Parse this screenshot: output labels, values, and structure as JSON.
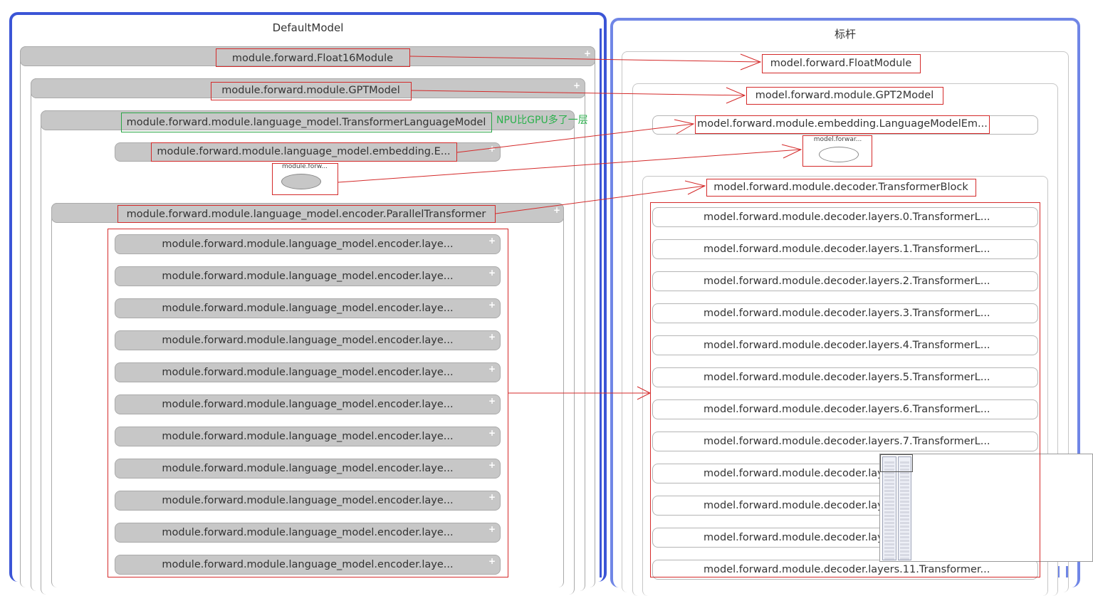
{
  "left_graph": {
    "title": "DefaultModel",
    "nodes": {
      "float16": "module.forward.Float16Module",
      "gptmodel": "module.forward.module.GPTModel",
      "transformer_lm": "module.forward.module.language_model.TransformerLanguageModel",
      "embedding": "module.forward.module.language_model.embedding.E...",
      "small_op": "module.forw...",
      "parallel_transformer": "module.forward.module.language_model.encoder.ParallelTransformer"
    },
    "layers": [
      "module.forward.module.language_model.encoder.laye...",
      "module.forward.module.language_model.encoder.laye...",
      "module.forward.module.language_model.encoder.laye...",
      "module.forward.module.language_model.encoder.laye...",
      "module.forward.module.language_model.encoder.laye...",
      "module.forward.module.language_model.encoder.laye...",
      "module.forward.module.language_model.encoder.laye...",
      "module.forward.module.language_model.encoder.laye...",
      "module.forward.module.language_model.encoder.laye...",
      "module.forward.module.language_model.encoder.laye...",
      "module.forward.module.language_model.encoder.laye..."
    ],
    "expand_symbol": "+"
  },
  "annotation": {
    "note": "NPU比GPU多了一层"
  },
  "right_graph": {
    "title": "标杆",
    "nodes": {
      "floatmodule": "model.forward.FloatModule",
      "gpt2model": "model.forward.module.GPT2Model",
      "embedding": "model.forward.module.embedding.LanguageModelEm...",
      "small_op": "model.forwar...",
      "transformer_block": "model.forward.module.decoder.TransformerBlock"
    },
    "layers": [
      "model.forward.module.decoder.layers.0.TransformerL...",
      "model.forward.module.decoder.layers.1.TransformerL...",
      "model.forward.module.decoder.layers.2.TransformerL...",
      "model.forward.module.decoder.layers.3.TransformerL...",
      "model.forward.module.decoder.layers.4.TransformerL...",
      "model.forward.module.decoder.layers.5.TransformerL...",
      "model.forward.module.decoder.layers.6.TransformerL...",
      "model.forward.module.decoder.layers.7.TransformerL...",
      "model.forward.module.decoder.lay",
      "model.forward.module.decoder.lay",
      "model.forward.module.decoder.lay",
      "model.forward.module.decoder.layers.11.Transformer..."
    ]
  },
  "colors": {
    "left_pane_border": "#3b55d6",
    "right_pane_border": "#7086e6",
    "annotation_red": "#d42a2a",
    "annotation_green": "#2aa446",
    "node_grey": "#c7c7c7"
  }
}
